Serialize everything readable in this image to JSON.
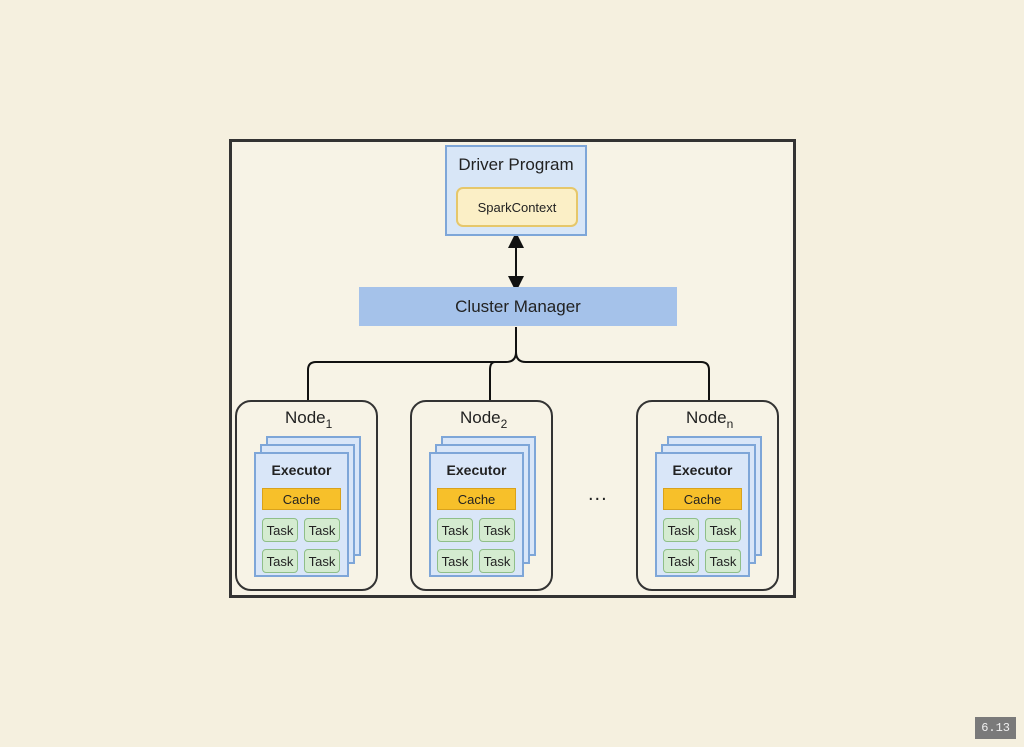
{
  "diagram": {
    "driver": {
      "title": "Driver Program",
      "context": "SparkContext"
    },
    "cluster_manager": "Cluster Manager",
    "nodes": [
      {
        "name": "Node",
        "subscript": "1",
        "executor": "Executor",
        "cache": "Cache",
        "tasks": [
          "Task",
          "Task",
          "Task",
          "Task"
        ]
      },
      {
        "name": "Node",
        "subscript": "2",
        "executor": "Executor",
        "cache": "Cache",
        "tasks": [
          "Task",
          "Task",
          "Task",
          "Task"
        ]
      },
      {
        "name": "Node",
        "subscript": "n",
        "executor": "Executor",
        "cache": "Cache",
        "tasks": [
          "Task",
          "Task",
          "Task",
          "Task"
        ]
      }
    ],
    "ellipsis": "...",
    "colors": {
      "driver_fill": "#d8e6f7",
      "context_fill": "#fbefc6",
      "cluster_fill": "#a5c2ea",
      "cache_fill": "#f7c02a",
      "task_fill": "#d4ebd0"
    }
  },
  "slide": {
    "page_number": "6.13"
  }
}
